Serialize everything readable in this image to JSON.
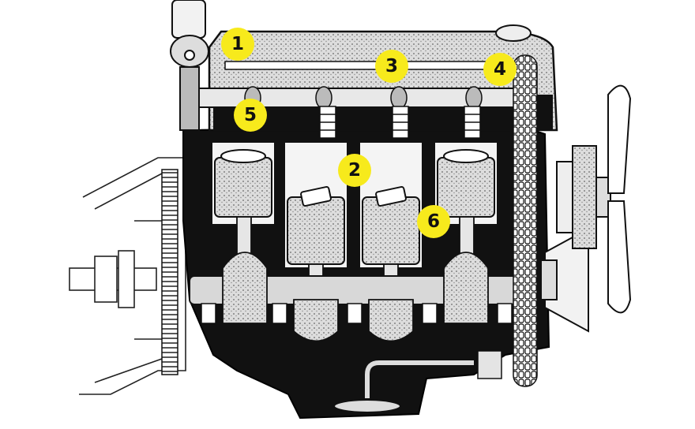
{
  "callouts": [
    {
      "label": "1",
      "color": "#f7ea1c"
    },
    {
      "label": "2",
      "color": "#f7ea1c"
    },
    {
      "label": "3",
      "color": "#f7ea1c"
    },
    {
      "label": "4",
      "color": "#f7ea1c"
    },
    {
      "label": "5",
      "color": "#f7ea1c"
    },
    {
      "label": "6",
      "color": "#f7ea1c"
    }
  ]
}
